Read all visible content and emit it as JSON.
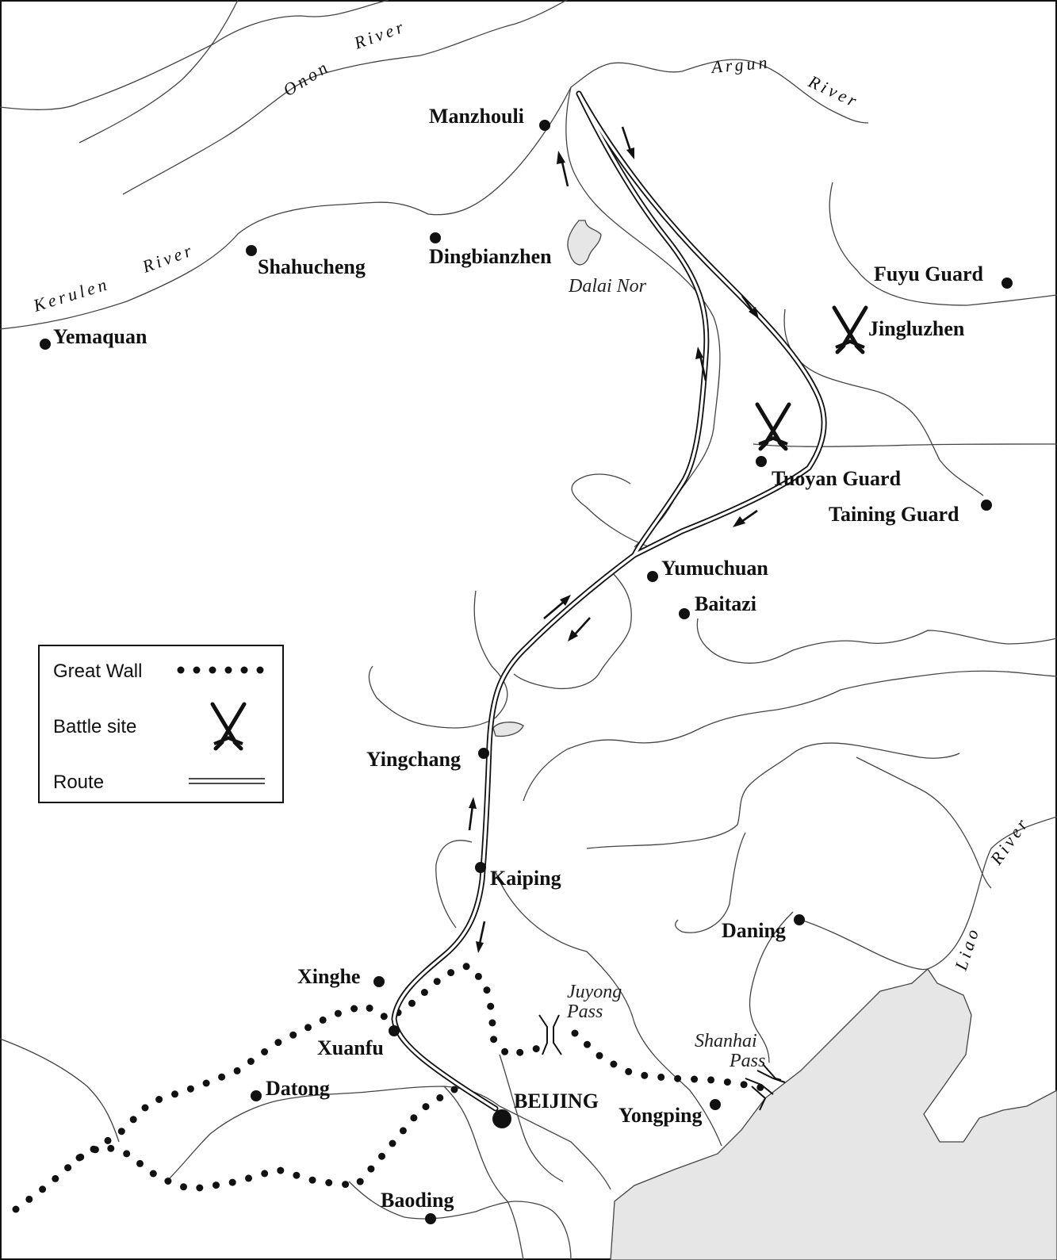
{
  "places": {
    "manzhouli": "Manzhouli",
    "dingbianzhen": "Dingbianzhen",
    "shahucheng": "Shahucheng",
    "yemaquan": "Yemaquan",
    "fuyu_guard": "Fuyu Guard",
    "jingluzhen": "Jingluzhen",
    "tuoyan_guard": "Tuoyan Guard",
    "taining_guard": "Taining Guard",
    "yumuchuan": "Yumuchuan",
    "baitazi": "Baitazi",
    "yingchang": "Yingchang",
    "kaiping": "Kaiping",
    "daning": "Daning",
    "xinghe": "Xinghe",
    "xuanfu": "Xuanfu",
    "datong": "Datong",
    "beijing": "BEIJING",
    "yongping": "Yongping",
    "baoding": "Baoding"
  },
  "rivers": {
    "onon_1": "Onon",
    "onon_2": "River",
    "argun_1": "Argun",
    "argun_2": "River",
    "kerulen_1": "Kerulen",
    "kerulen_2": "River",
    "liao_1": "Liao",
    "liao_2": "River"
  },
  "features": {
    "dalai_nor": "Dalai Nor",
    "juyong_1": "Juyong",
    "juyong_2": "Pass",
    "shanhai_1": "Shanhai",
    "shanhai_2": "Pass"
  },
  "legend": {
    "great_wall": "Great Wall",
    "battle_site": "Battle site",
    "route": "Route"
  },
  "colors": {
    "sea": "#e6e6e6",
    "lake": "#e6e6e6",
    "ink": "#111111"
  }
}
